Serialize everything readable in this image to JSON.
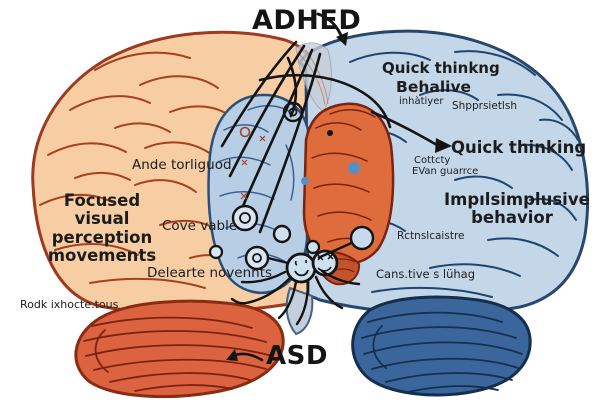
{
  "titles": {
    "top": "ADHED",
    "bottom": "ASD"
  },
  "left_hemisphere": {
    "condition": "ASD side",
    "label_1": "Ande torliguod",
    "label_2": "Focused visual perception movements",
    "label_3": "Cove vable",
    "label_4": "Delearte novennts",
    "watermark": "Rodk ixhocte.tous"
  },
  "right_hemisphere": {
    "condition": "ADHD side",
    "label_1": "Quick thinkng",
    "label_2": "Behalive",
    "label_3": "inhàtiyer",
    "label_4": "Shpprsietlsh",
    "label_5": "Quick thinking",
    "label_6": "Cottcty",
    "label_7": "EVan guarrce",
    "label_8": "Impılsimplusive behavior",
    "label_9": "Rctnslcaistre",
    "label_10": "Cans.tive s lühag"
  },
  "colors": {
    "left_fill": "#F7CDA4",
    "left_line": "#A6401E",
    "right_fill": "#C4D7E9",
    "right_line": "#1E4570",
    "left_cerebellum": "#DB6340",
    "right_cerebellum": "#3B669C",
    "inner_blue_brain": "#B7CEE5",
    "inner_orange_brain": "#DE6C3C",
    "annotation_black": "#141414",
    "node_blue": "#5B8FC4"
  }
}
